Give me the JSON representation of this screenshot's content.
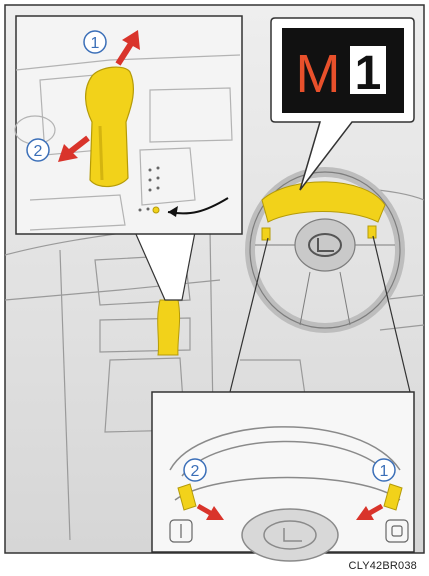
{
  "figure_code": "CLY42BR038",
  "display": {
    "mode_letter": "M",
    "gear_number": "1",
    "letter_color": "#e8502b",
    "number_color": "#111111",
    "background_color": "#111111"
  },
  "shifter_callout": {
    "label_up": "1",
    "label_down": "2"
  },
  "paddle_callout": {
    "label_left": "2",
    "label_right": "1"
  },
  "colors": {
    "highlight_yellow": "#f2d21a",
    "arrow_red": "#d9342b",
    "callout_circle": "#3b6fb8"
  }
}
